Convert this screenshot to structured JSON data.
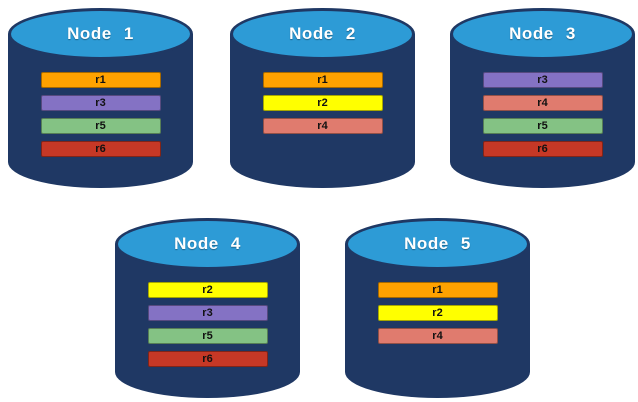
{
  "theme": {
    "cylinder_body_color": "#1F3864",
    "cylinder_top_color": "#2D9BD6"
  },
  "nodes": [
    {
      "label": "Node 1",
      "records": [
        {
          "label": "r1",
          "color": "#FFA200"
        },
        {
          "label": "r3",
          "color": "#8472C4"
        },
        {
          "label": "r5",
          "color": "#84C284"
        },
        {
          "label": "r6",
          "color": "#C63826"
        }
      ]
    },
    {
      "label": "Node 2",
      "records": [
        {
          "label": "r1",
          "color": "#FFA200"
        },
        {
          "label": "r2",
          "color": "#FFFF00"
        },
        {
          "label": "r4",
          "color": "#E07B6E"
        }
      ]
    },
    {
      "label": "Node 3",
      "records": [
        {
          "label": "r3",
          "color": "#8472C4"
        },
        {
          "label": "r4",
          "color": "#E07B6E"
        },
        {
          "label": "r5",
          "color": "#84C284"
        },
        {
          "label": "r6",
          "color": "#C63826"
        }
      ]
    },
    {
      "label": "Node 4",
      "records": [
        {
          "label": "r2",
          "color": "#FFFF00"
        },
        {
          "label": "r3",
          "color": "#8472C4"
        },
        {
          "label": "r5",
          "color": "#84C284"
        },
        {
          "label": "r6",
          "color": "#C63826"
        }
      ]
    },
    {
      "label": "Node 5",
      "records": [
        {
          "label": "r1",
          "color": "#FFA200"
        },
        {
          "label": "r2",
          "color": "#FFFF00"
        },
        {
          "label": "r4",
          "color": "#E07B6E"
        }
      ]
    }
  ]
}
